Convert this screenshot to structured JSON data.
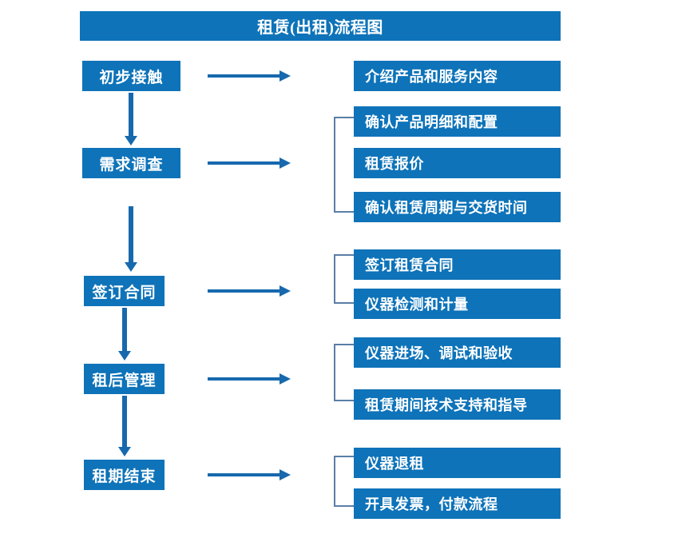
{
  "title": "租赁(出租)流程图",
  "colors": {
    "box_blue": "#0E73B9",
    "arrow_blue": "#1769AE",
    "bracket_gray_blue": "#5A7EA6",
    "text_white": "#FFFFFF",
    "background": "#FFFFFF"
  },
  "stages": [
    {
      "label": "初步接触",
      "details": [
        "介绍产品和服务内容"
      ]
    },
    {
      "label": "需求调查",
      "details": [
        "确认产品明细和配置",
        "租赁报价",
        "确认租赁周期与交货时间"
      ]
    },
    {
      "label": "签订合同",
      "details": [
        "签订租赁合同",
        "仪器检测和计量"
      ]
    },
    {
      "label": "租后管理",
      "details": [
        "仪器进场、调试和验收",
        "租赁期间技术支持和指导"
      ]
    },
    {
      "label": "租期结束",
      "details": [
        "仪器退租",
        "开具发票，付款流程"
      ]
    }
  ],
  "details_flat": [
    "介绍产品和服务内容",
    "确认产品明细和配置",
    "租赁报价",
    "确认租赁周期与交货时间",
    "签订租赁合同",
    "仪器检测和计量",
    "仪器进场、调试和验收",
    "租赁期间技术支持和指导",
    "仪器退租",
    "开具发票，付款流程"
  ]
}
